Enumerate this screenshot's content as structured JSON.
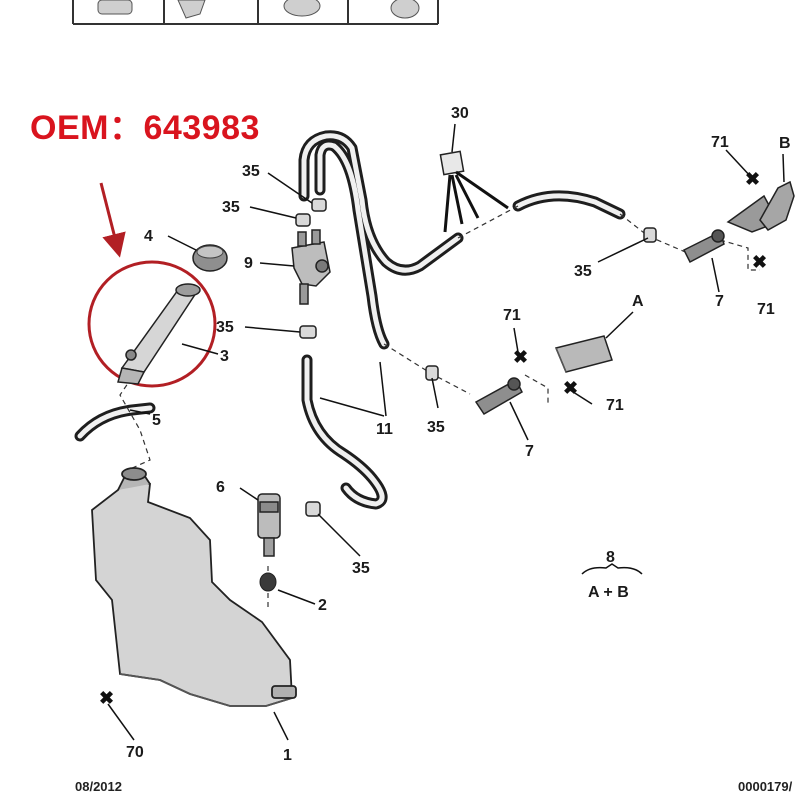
{
  "oem_label": "OEM：643983",
  "callouts": {
    "c30": "30",
    "c35a": "35",
    "c35b": "35",
    "c35c": "35",
    "c35d": "35",
    "c35e": "35",
    "c35f": "35",
    "c4": "4",
    "c9": "9",
    "c3": "3",
    "c5": "5",
    "c11": "11",
    "c6": "6",
    "c2": "2",
    "c1": "1",
    "c70": "70",
    "c71a": "71",
    "c71b": "71",
    "c71c": "71",
    "c71d": "71",
    "c7a": "7",
    "c7b": "7",
    "cA": "A",
    "cB": "B",
    "c8": "8"
  },
  "legend_ab": "A + B",
  "footer": {
    "date": "08/2012",
    "ref": "0000179/"
  },
  "colors": {
    "highlight": "#b21f24",
    "line": "#1a1a1a",
    "part_fill": "#e2e2e2"
  }
}
